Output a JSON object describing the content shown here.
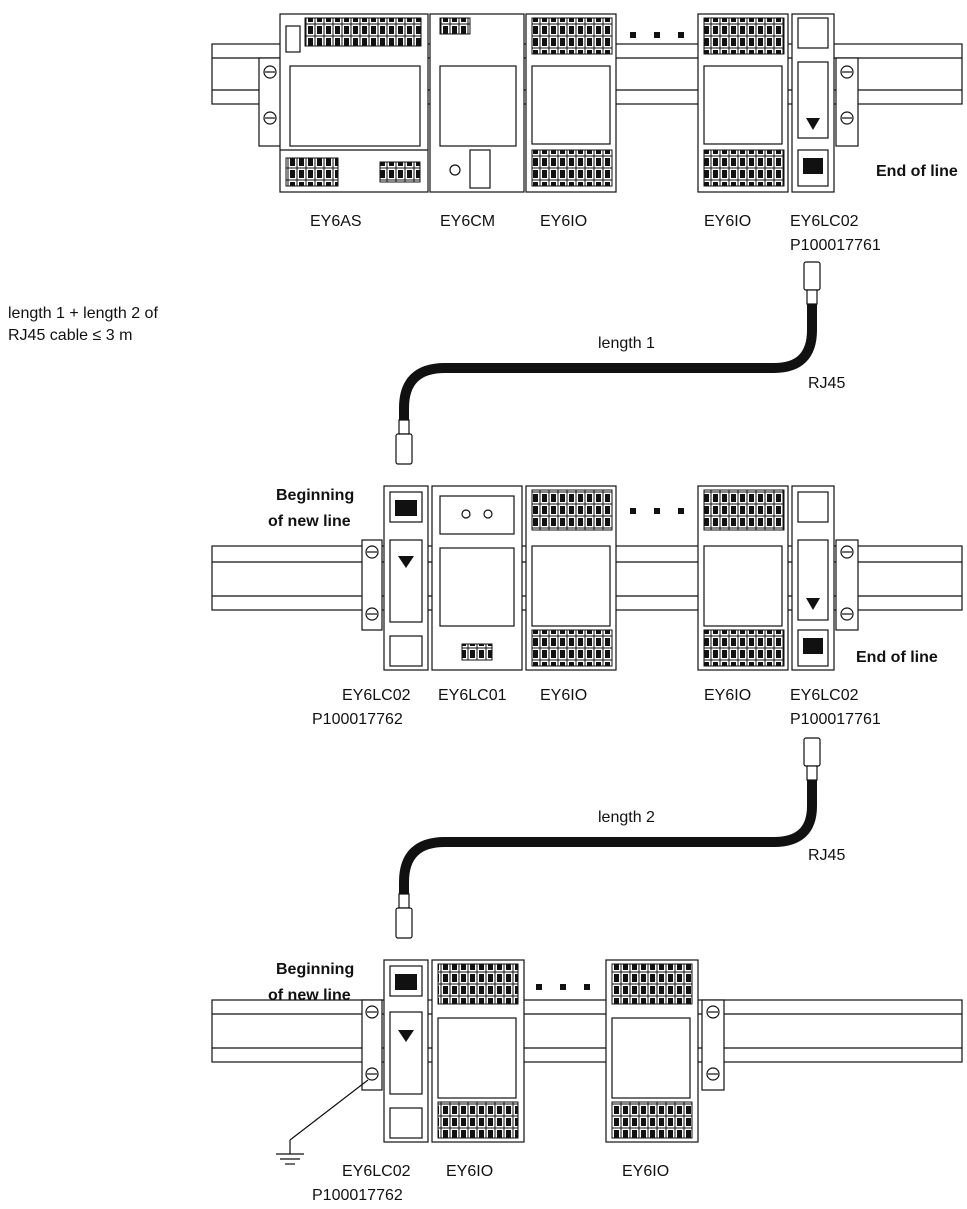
{
  "note": {
    "line1": "length 1 + length 2 of",
    "line2": "RJ45 cable ≤ 3 m"
  },
  "row1": {
    "labels": [
      "EY6AS",
      "EY6CM",
      "EY6IO",
      "EY6IO",
      "EY6LC02"
    ],
    "part_right": "P100017761",
    "end_label": "End of line"
  },
  "cable1": {
    "length": "length 1",
    "connector": "RJ45"
  },
  "row2": {
    "begin_line1": "Beginning",
    "begin_line2": "of new line",
    "labels": [
      "EY6LC02",
      "EY6LC01",
      "EY6IO",
      "EY6IO",
      "EY6LC02"
    ],
    "part_left": "P100017762",
    "part_right": "P100017761",
    "end_label": "End of line"
  },
  "cable2": {
    "length": "length 2",
    "connector": "RJ45"
  },
  "row3": {
    "begin_line1": "Beginning",
    "begin_line2": "of new line",
    "labels": [
      "EY6LC02",
      "EY6IO",
      "EY6IO"
    ],
    "part_left": "P100017762"
  }
}
